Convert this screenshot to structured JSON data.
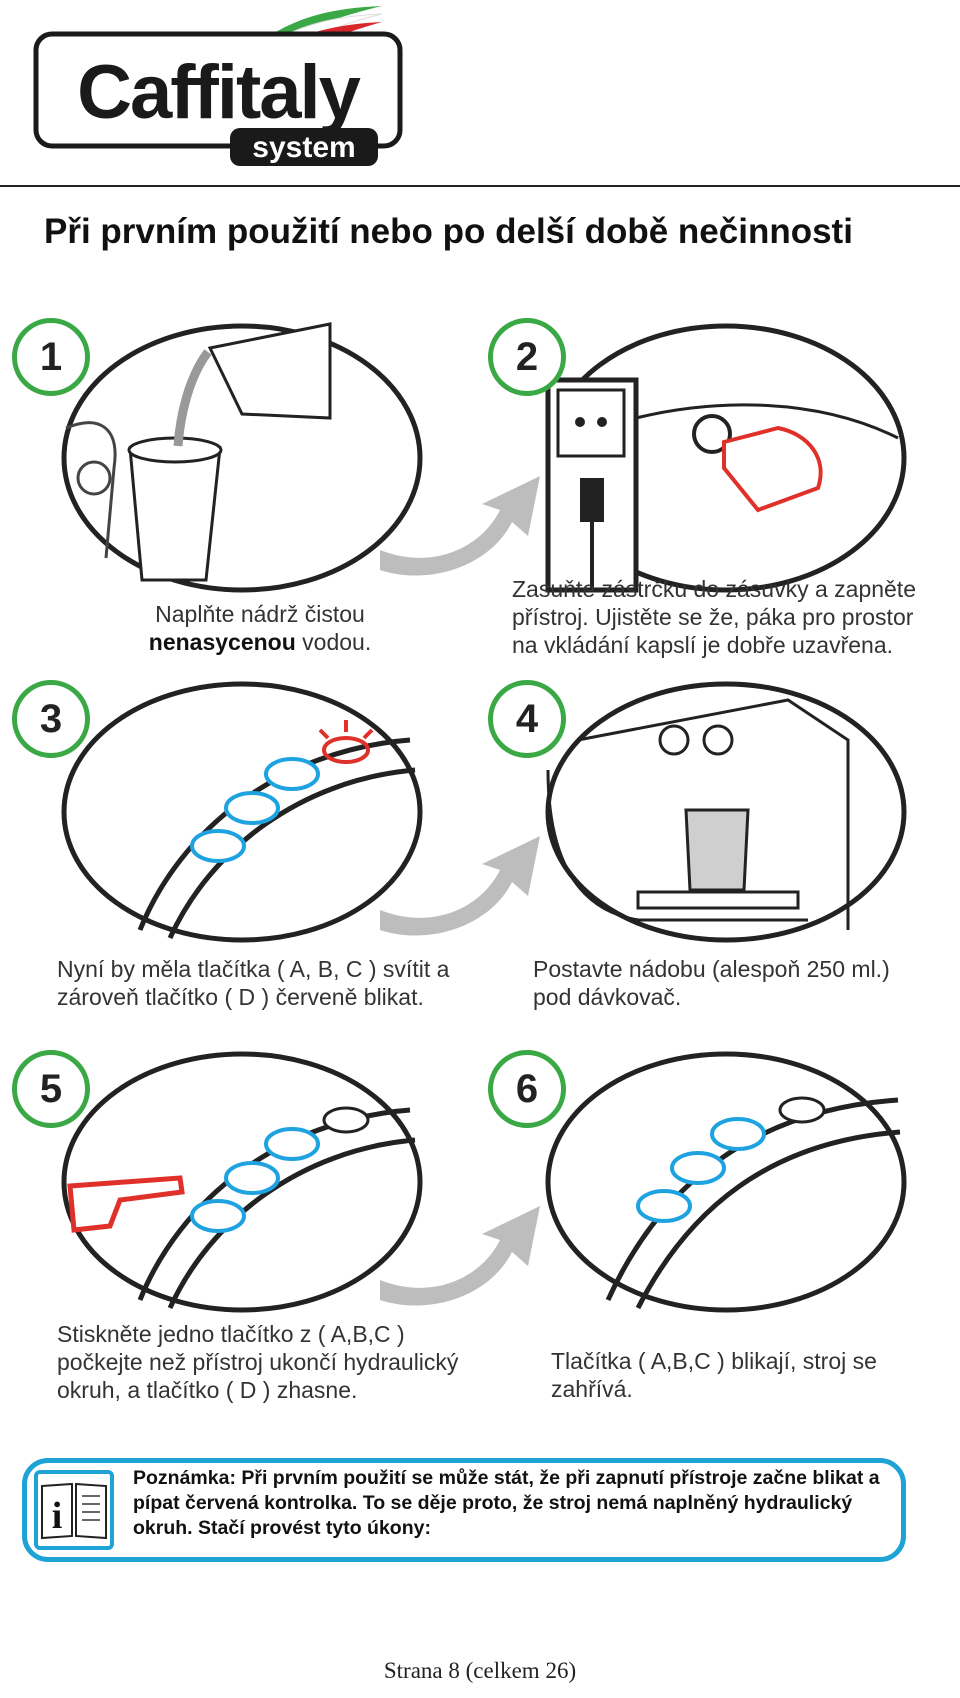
{
  "brand": {
    "name": "Caffitaly",
    "sub": "system"
  },
  "title": "Při prvním použití nebo po delší době nečinnosti",
  "steps": [
    {
      "number": "1",
      "caption_pre": "Naplňte nádrž čistou",
      "caption_bold": "nenasycenou",
      "caption_post": " vodou."
    },
    {
      "number": "2",
      "caption": "Zasuňte zástrčku do zásuvky a zapněte přístroj. Ujistěte se že, páka pro prostor na vkládání kapslí je dobře uzavřena."
    },
    {
      "number": "3",
      "caption": "Nyní by měla tlačítka ( A, B, C ) svítit a zároveň tlačítko ( D ) červeně blikat."
    },
    {
      "number": "4",
      "caption": "Postavte nádobu (alespoň 250 ml.) pod dávkovač."
    },
    {
      "number": "5",
      "caption": "Stiskněte jedno tlačítko z ( A,B,C ) počkejte než přístroj ukončí hydraulický okruh, a tlačítko ( D ) zhasne."
    },
    {
      "number": "6",
      "caption": "Tlačítka ( A,B,C ) blikají, stroj se zahřívá."
    }
  ],
  "note": {
    "icon": "info-book-icon",
    "text": "Poznámka: Při prvním použití se může stát, že při zapnutí přístroje začne blikat a pípat červená kontrolka. To se děje proto, že stroj nemá naplněný hydraulický okruh. Stačí provést tyto úkony:"
  },
  "footer": "Strana 8 (celkem 26)",
  "colors": {
    "badge": "#3aa845",
    "arrow": "#b8b8b8",
    "glow": "#1fa3e0",
    "alert": "#e0302a",
    "note_border": "#1fa3d6"
  }
}
